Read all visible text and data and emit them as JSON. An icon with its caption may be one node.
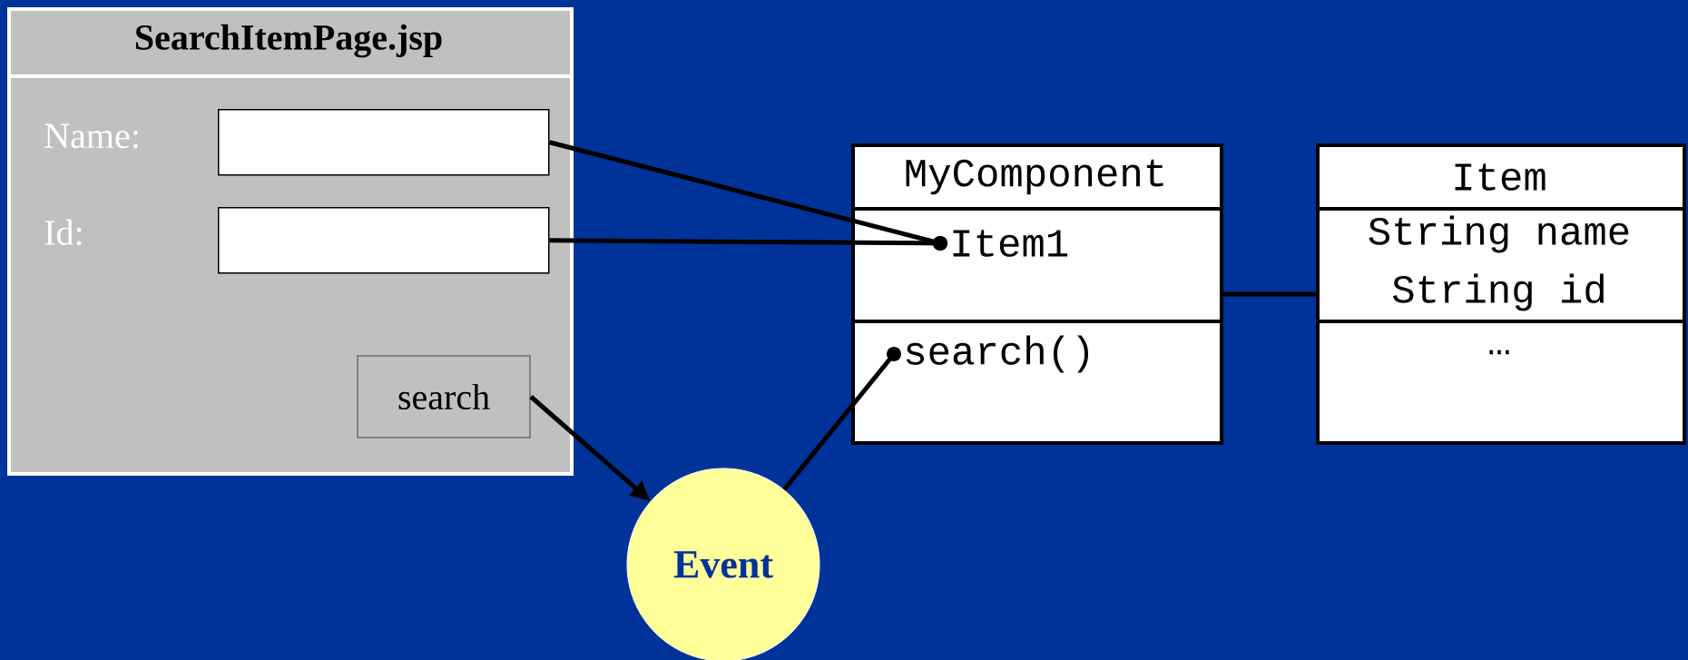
{
  "diagram": {
    "nodes": [
      {
        "text": [
          "SearchItemPage.jsp"
        ]
      },
      {
        "text": [],
        "shape": "box",
        "in": 0
      },
      {
        "text": [],
        "shape": "box",
        "in": 0
      },
      {
        "text": [
          "search"
        ],
        "in": 0
      },
      {
        "text": [
          "Event"
        ]
      },
      {
        "text": [
          "MyComponent"
        ]
      },
      {
        "text": [
          "Item1"
        ],
        "in": 5
      },
      {
        "text": [
          "search()"
        ],
        "in": 5
      },
      {
        "text": [
          "Item",
          "String name",
          "String id",
          "…"
        ]
      }
    ],
    "edges": [
      {
        "from": 1,
        "to": 6,
        "arrow": "other"
      },
      {
        "from": 2,
        "to": 6,
        "arrow": "other"
      },
      {
        "from": 3,
        "to": 4,
        "arrow": "to"
      },
      {
        "from": 4,
        "to": 7,
        "arrow": "other"
      },
      {
        "from": 5,
        "to": 8,
        "arrow": "none"
      }
    ],
    "labels": [
      "Name:",
      "Id:"
    ]
  }
}
